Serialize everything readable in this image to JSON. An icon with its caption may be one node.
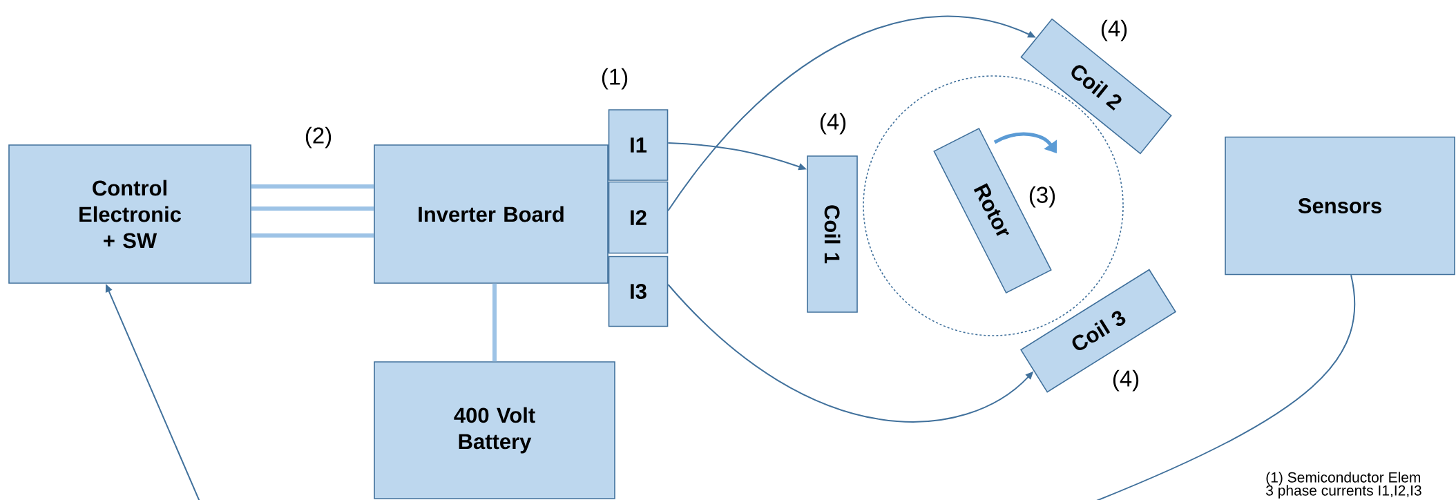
{
  "diagram": {
    "nodes": [
      {
        "text": [
          "Control Electronic + SW"
        ]
      },
      {
        "text": [
          "Inverter Board"
        ]
      },
      {
        "text": [
          "I1"
        ]
      },
      {
        "text": [
          "I2"
        ]
      },
      {
        "text": [
          "I3"
        ]
      },
      {
        "text": [
          "Coil 1"
        ]
      },
      {
        "text": [
          "Coil 2"
        ]
      },
      {
        "text": [
          "Coil 3"
        ]
      },
      {
        "text": [
          "Rotor"
        ]
      },
      {
        "text": [
          "Sensors"
        ]
      },
      {
        "text": [
          "400 Volt Battery"
        ]
      }
    ],
    "edges": [
      {
        "from": 0,
        "to": 1,
        "arrow": "none",
        "style": "thick",
        "color": "#9dc3e6"
      },
      {
        "from": 0,
        "to": 1,
        "arrow": "none",
        "style": "thick",
        "color": "#9dc3e6"
      },
      {
        "from": 0,
        "to": 1,
        "arrow": "none",
        "style": "thick",
        "color": "#9dc3e6"
      },
      {
        "from": 1,
        "to": 10,
        "arrow": "none",
        "style": "thick",
        "color": "#9dc3e6"
      },
      {
        "from": 2,
        "to": 5,
        "arrow": "to"
      },
      {
        "from": 3,
        "to": 6,
        "arrow": "to"
      },
      {
        "from": 4,
        "to": 7,
        "arrow": "to"
      },
      {
        "from": 9,
        "to": null,
        "arrow": "none"
      },
      {
        "from": null,
        "to": 0,
        "arrow": "to"
      }
    ],
    "labels": [
      "(1)",
      "(2)",
      "(4)",
      "(4)",
      "(3)",
      "(4)",
      "(1) Semiconductor Elem",
      "3 phase currents I1,I2,I3"
    ]
  }
}
